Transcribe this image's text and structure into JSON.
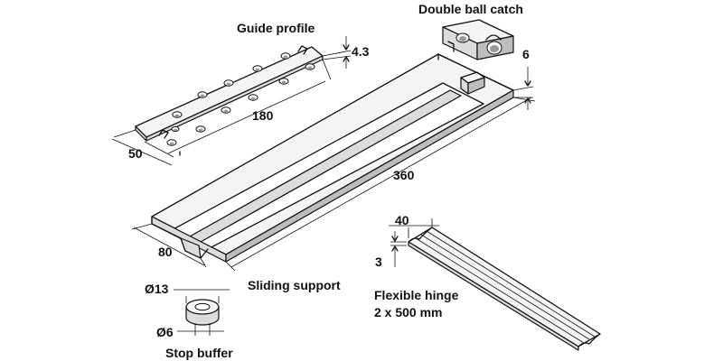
{
  "parts": {
    "guide_profile": {
      "label": "Guide profile",
      "length": "180",
      "width": "50",
      "thickness": "4.3"
    },
    "double_ball_catch": {
      "label": "Double ball catch",
      "height": "6"
    },
    "sliding_support": {
      "label": "Sliding support",
      "length": "360",
      "width": "80"
    },
    "stop_buffer": {
      "label": "Stop buffer",
      "outer_diameter": "Ø13",
      "inner_diameter": "Ø6"
    },
    "flexible_hinge": {
      "label_line1": "Flexible hinge",
      "label_line2": "2 x 500 mm",
      "width": "40",
      "thickness": "3"
    }
  }
}
